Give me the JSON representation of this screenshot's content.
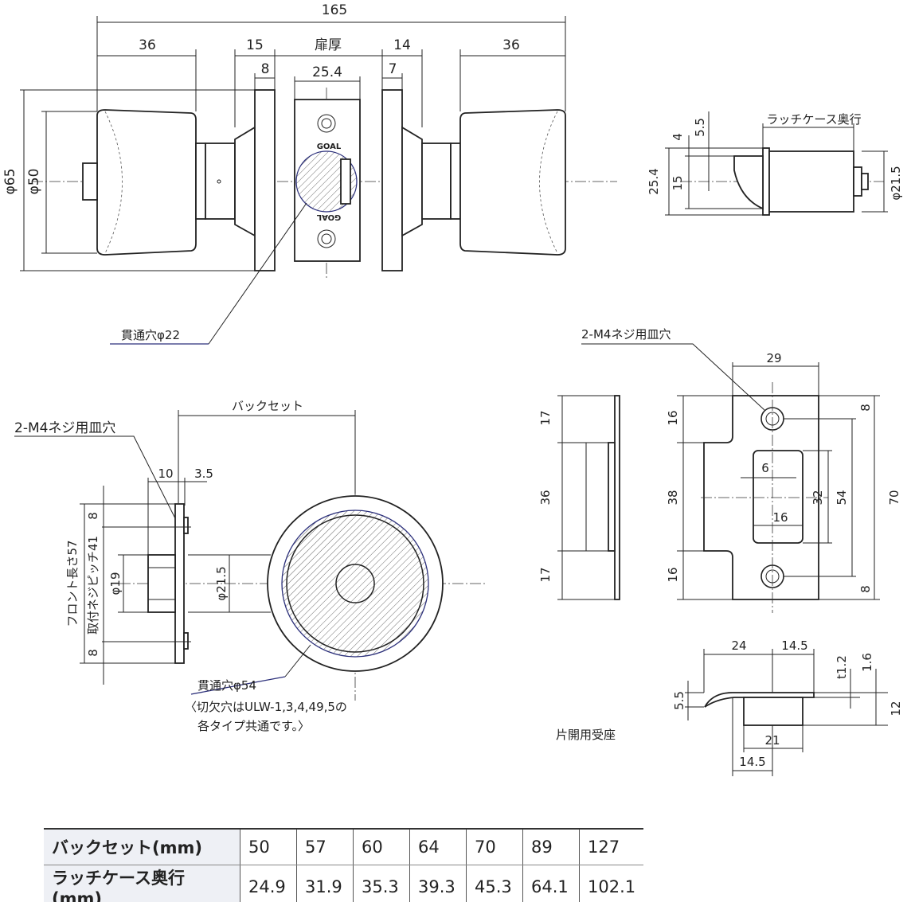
{
  "top_view": {
    "overall": "165",
    "knob_left": "36",
    "rose_left": "15",
    "door_thickness": "扉厚",
    "rose_right": "14",
    "knob_right": "36",
    "plate_left": "8",
    "strike_width": "25.4",
    "plate_right": "7",
    "dia_65": "φ65",
    "dia_50": "φ50",
    "brand_top": "GOAL",
    "brand_bottom": "GOAL",
    "through_hole": "貫通穴φ22"
  },
  "latch_side": {
    "depth_label": "ラッチケース奥行",
    "d4": "4",
    "d5_5": "5.5",
    "d25_4": "25.4",
    "d15": "15",
    "dia21_5": "φ21.5"
  },
  "section_view": {
    "screw_hole": "2-M4ネジ用皿穴",
    "backset": "バックセット",
    "d10": "10",
    "d3_5": "3.5",
    "d8_top": "8",
    "pitch": "取付ネジピッチ41",
    "front_len": "フロント長さ57",
    "d8_bottom": "8",
    "dia19": "φ19",
    "dia21_5": "φ21.5",
    "through_hole": "貫通穴φ54",
    "note1": "〈切欠穴はULW-1,3,4,49,5の",
    "note2": "各タイプ共通です。〉"
  },
  "strike": {
    "screw_hole": "2-M4ネジ用皿穴",
    "w29": "29",
    "d8_top": "8",
    "d16_top": "16",
    "d38": "38",
    "d32": "32",
    "d54": "54",
    "d70": "70",
    "d16_bottom": "16",
    "d8_bottom": "8",
    "d6": "6",
    "d16_mid": "16",
    "side17_top": "17",
    "side36": "36",
    "side17_bottom": "17",
    "b24": "24",
    "b14_5": "14.5",
    "t1_2": "t1.2",
    "b1_6": "1.6",
    "b5_5": "5.5",
    "b12": "12",
    "b21": "21",
    "b14_5b": "14.5",
    "caption": "片開用受座"
  },
  "table": {
    "rows": [
      {
        "header": "バックセット(mm)",
        "values": [
          "50",
          "57",
          "60",
          "64",
          "70",
          "89",
          "127"
        ]
      },
      {
        "header": "ラッチケース奥行(mm)",
        "values": [
          "24.9",
          "31.9",
          "35.3",
          "39.3",
          "45.3",
          "64.1",
          "102.1"
        ]
      }
    ]
  }
}
